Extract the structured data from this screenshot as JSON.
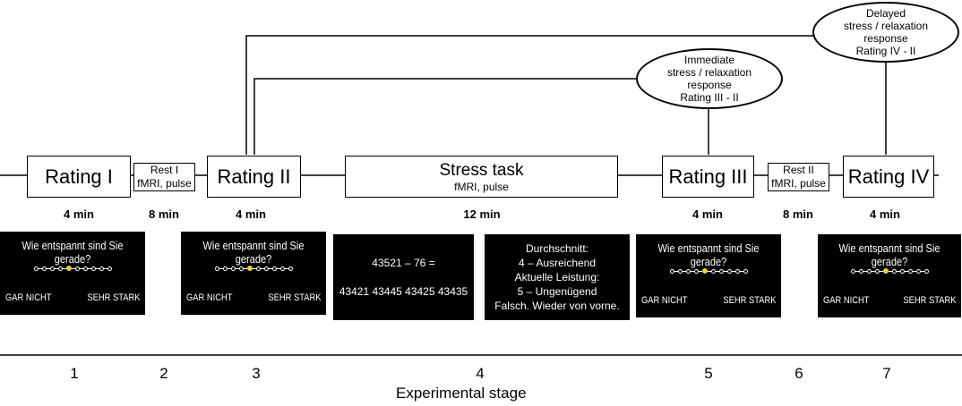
{
  "ratings": [
    "Rating I",
    "Rating II",
    "Rating III",
    "Rating IV"
  ],
  "rest": [
    {
      "line1": "Rest I",
      "line2": "fMRI, pulse"
    },
    {
      "line1": "Rest II",
      "line2": "fMRI, pulse"
    }
  ],
  "stress_task": {
    "title": "Stress task",
    "subtitle": "fMRI, pulse"
  },
  "ellipses": {
    "immediate": [
      "Immediate",
      "stress / relaxation",
      "response",
      "Rating III - II"
    ],
    "delayed": [
      "Delayed",
      "stress / relaxation",
      "response",
      "Rating IV - II"
    ]
  },
  "durations": [
    "4 min",
    "8 min",
    "4 min",
    "12 min",
    "4 min",
    "8 min",
    "4 min"
  ],
  "rating_screen": {
    "question": "Wie entspannt sind Sie gerade?",
    "low": "GAR NICHT",
    "high": "SEHR STARK",
    "scale_points": 10,
    "selected_point": 5,
    "selected_color": "#e6d23a"
  },
  "task_screen": {
    "equation": "43521 – 76 =",
    "options": "43421 43445 43425 43435"
  },
  "feedback_screen": [
    "Durchschnitt:",
    "4 – Ausreichend",
    "Aktuelle Leistung:",
    "5 – Ungenügend",
    "Falsch. Wieder von vorne."
  ],
  "stages": [
    "1",
    "2",
    "3",
    "4",
    "5",
    "6",
    "7"
  ],
  "axis_title": "Experimental stage"
}
